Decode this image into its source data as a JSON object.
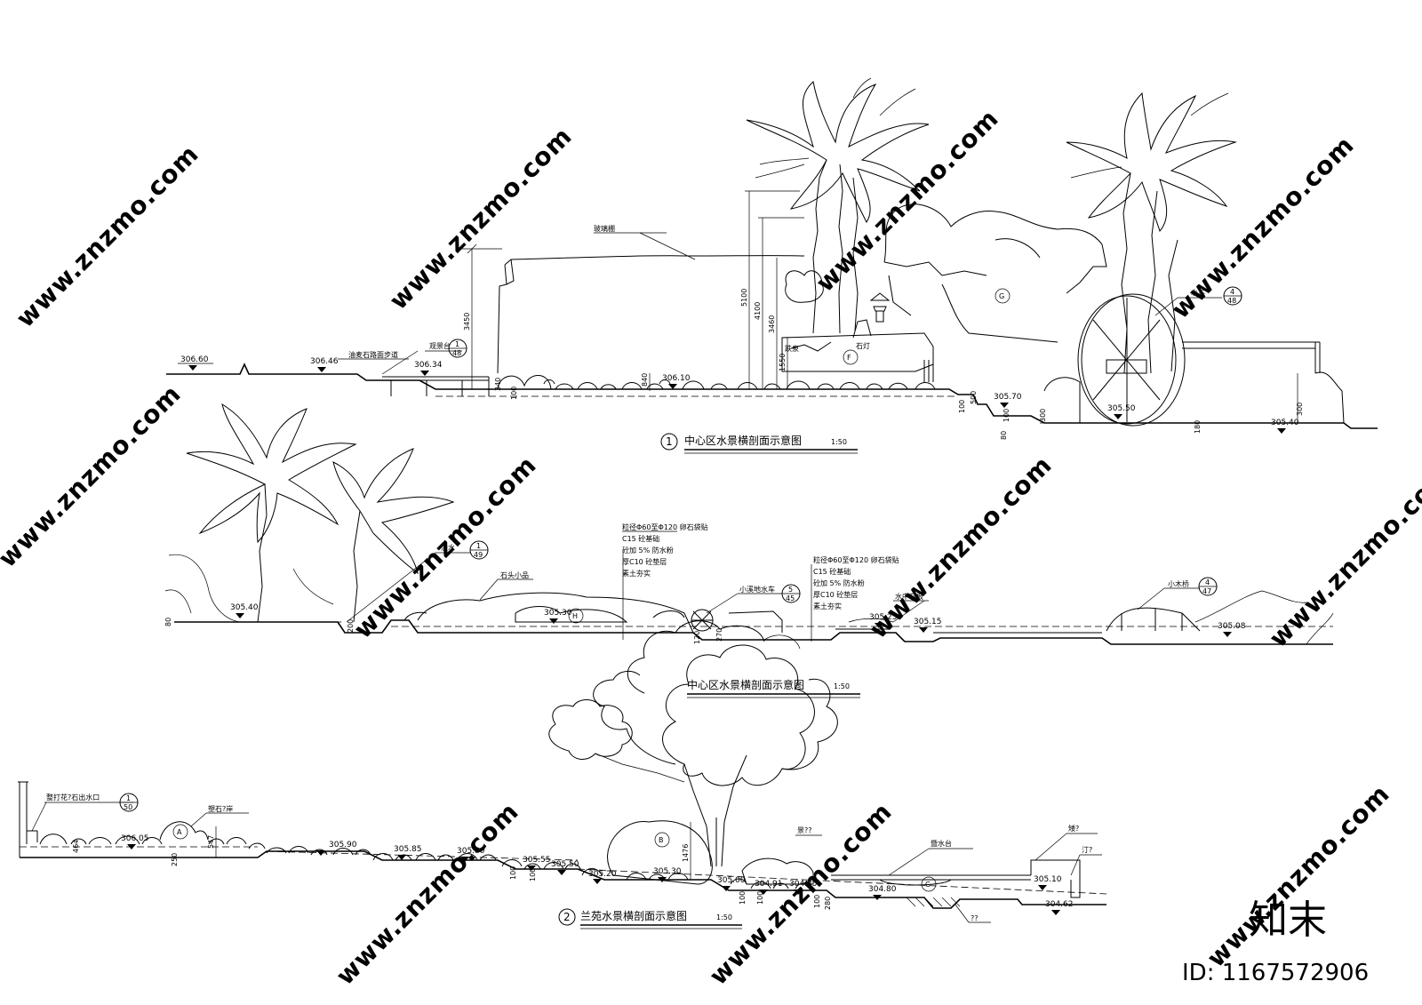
{
  "watermark": {
    "site": "www.znzmo.com",
    "brand": "知末",
    "id": "ID: 1167572906"
  },
  "section1": {
    "caption_no": "1",
    "caption": "中心区水景横剖面示意图",
    "scale": "1:50",
    "elevations": [
      "306.60",
      "306.46",
      "306.34",
      "306.10",
      "305.70",
      "305.50",
      "305.40"
    ],
    "labels": [
      "油麦石路面步道",
      "观景台",
      "玻璃棚",
      "跌泉",
      "石灯",
      "水车"
    ],
    "dims": [
      "3450",
      "5100",
      "4100",
      "3460",
      "1550",
      "840",
      "340",
      "100",
      "100",
      "500",
      "100",
      "300",
      "300",
      "180",
      "80"
    ],
    "refs": [
      {
        "top": "1",
        "bottom": "48"
      },
      {
        "top": "4",
        "bottom": "48"
      }
    ],
    "zones": [
      "F",
      "G"
    ]
  },
  "section2": {
    "caption": "中心区水景横剖面示意图",
    "scale": "1:50",
    "elevations": [
      "305.40",
      "305.30",
      "305.25",
      "305.15",
      "305.08"
    ],
    "labels": [
      "溢水",
      "石头小品",
      "小溪地水车",
      "水中石板",
      "小木桥"
    ],
    "notes_a": [
      "粒径Φ60至Φ120 卵石袋贴",
      "C15 砼基础",
      "砼加 5% 防水粉",
      "厚C10 砼垫层",
      "素土夯实"
    ],
    "notes_b": [
      "粒径Φ60至Φ120 卵石袋贴",
      "C15 砼基础",
      "砼加 5% 防水粉",
      "厚C10 砼垫层",
      "素土夯实"
    ],
    "dims": [
      "80",
      "200",
      "120",
      "270"
    ],
    "refs": [
      {
        "top": "1",
        "bottom": "49"
      },
      {
        "top": "5",
        "bottom": "45"
      },
      {
        "top": "4",
        "bottom": "47"
      }
    ],
    "zones": [
      "H"
    ]
  },
  "section3": {
    "caption_no": "2",
    "caption": "兰苑水景横剖面示意图",
    "scale": "1:50",
    "elevations": [
      "306.05",
      "305.90",
      "305.85",
      "305.80",
      "305.55",
      "305.50",
      "305.20",
      "305.30",
      "305.00",
      "304.91",
      "304.85",
      "304.80",
      "305.10",
      "304.62"
    ],
    "labels": [
      "整打花?石出水口",
      "塑石?岸",
      "景??",
      "暨水台",
      "矮?",
      "汀?",
      "??"
    ],
    "dims": [
      "464",
      "250",
      "547",
      "1476",
      "100",
      "100",
      "100",
      "100",
      "100",
      "280"
    ],
    "refs": [
      {
        "top": "1",
        "bottom": "50"
      }
    ],
    "zones": [
      "A",
      "B",
      "C"
    ]
  }
}
